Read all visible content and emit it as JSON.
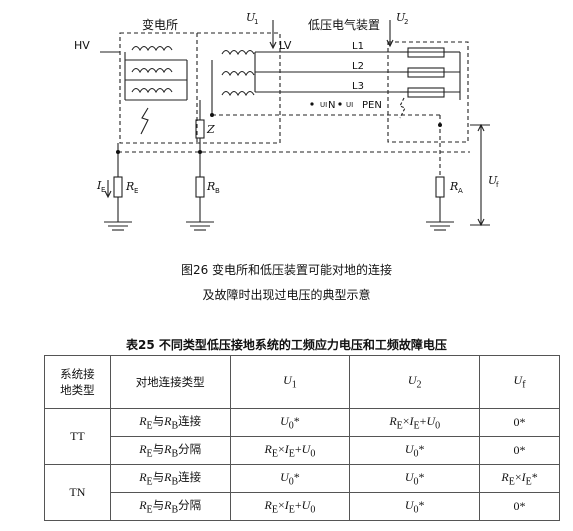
{
  "diagram": {
    "substation_label": "变电所",
    "lv_install_label": "低压电气装置",
    "hv_label": "HV",
    "lv_label": "LV",
    "u1_label": "U",
    "u1_sub": "1",
    "u2_label": "U",
    "u2_sub": "2",
    "l1_label": "L1",
    "l2_label": "L2",
    "l3_label": "L3",
    "n_label": "N",
    "pen_label": "PEN",
    "ui_label": "UI",
    "z_label": "Z",
    "ie_label": "I",
    "ie_sub": "E",
    "re_label": "R",
    "re_sub": "E",
    "rb_label": "R",
    "rb_sub": "B",
    "ra_label": "R",
    "ra_sub": "A",
    "uf_label": "U",
    "uf_sub": "f"
  },
  "figure_caption_line1": "图26 变电所和低压装置可能对地的连接",
  "figure_caption_line2": "及故障时出现过电压的典型示意",
  "table_title": "表25 不同类型低压接地系统的工频应力电压和工频故障电压",
  "table": {
    "h_type_line1": "系统接",
    "h_type_line2": "地类型",
    "h_conn": "对地连接类型",
    "h_u1": "U",
    "h_u1_sub": "1",
    "h_u2": "U",
    "h_u2_sub": "2",
    "h_uf": "U",
    "h_uf_sub": "f",
    "tt": "TT",
    "tn": "TN",
    "conn_joined": "与",
    "conn_joined_tail": "连接",
    "conn_separate_tail": "分隔",
    "r": "R",
    "sub_e": "E",
    "sub_b": "B",
    "u0_star": "U",
    "sub_0": "0",
    "star": "*",
    "times": "×",
    "i": "I",
    "plus": "+",
    "zero_star": "0*"
  }
}
